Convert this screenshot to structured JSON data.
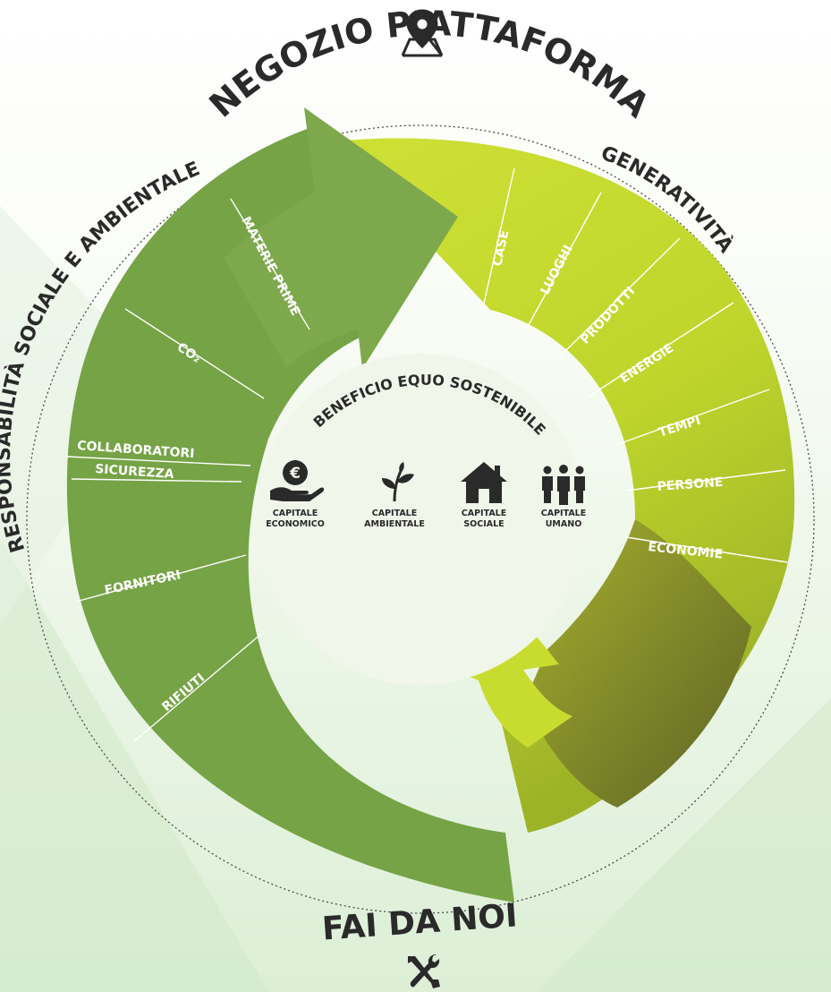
{
  "labels": {
    "top": "NEGOZIO PIATTAFORMA",
    "bottom": "FAI DA NOI",
    "left": "RESPONSABILITÀ SOCIALE E AMBIENTALE",
    "right": "GENERATIVITÀ",
    "center": "BENEFICIO EQUO SOSTENIBILE"
  },
  "left_items": [
    "MATERIE PRIME",
    "CO₂",
    "COLLABORATORI",
    "SICUREZZA",
    "FORNITORI",
    "RIFIUTI"
  ],
  "right_items": [
    "CASE",
    "LUOGHI",
    "PRODOTTI",
    "ENERGIE",
    "TEMPI",
    "PERSONE",
    "ECONOMIE"
  ],
  "capitals": [
    {
      "line1": "CAPITALE",
      "line2": "ECONOMICO",
      "icon": "hand-euro-icon"
    },
    {
      "line1": "CAPITALE",
      "line2": "AMBIENTALE",
      "icon": "sprout-icon"
    },
    {
      "line1": "CAPITALE",
      "line2": "SOCIALE",
      "icon": "house-icon"
    },
    {
      "line1": "CAPITALE",
      "line2": "UMANO",
      "icon": "people-icon"
    }
  ],
  "icons": {
    "top": "map-pin-icon",
    "bottom": "tools-icon"
  },
  "colors": {
    "dark_green": "#75a345",
    "arrow_head_green": "#7da84b",
    "lime": "#c5d92f",
    "olive_shadow": "#6b6e2a",
    "center": "#f1f6ea",
    "text_dark": "#2a2a2a"
  }
}
